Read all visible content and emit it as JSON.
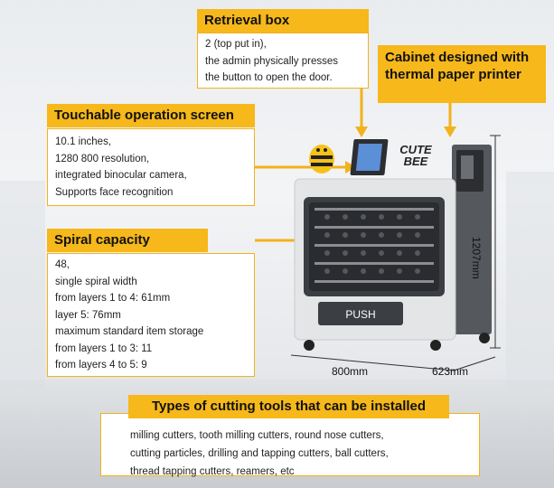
{
  "retrieval": {
    "title": "Retrieval box",
    "lines": [
      "2 (top put in),",
      "the admin physically presses",
      "the button to open the door."
    ]
  },
  "cabinet": {
    "title": "Cabinet designed with thermal paper printer"
  },
  "touch": {
    "title": "Touchable operation screen",
    "lines": [
      "10.1 inches,",
      "1280 800 resolution,",
      "integrated binocular camera,",
      "Supports face recognition"
    ]
  },
  "spiral": {
    "title": "Spiral capacity",
    "lines": [
      "48,",
      "single spiral width",
      "from layers 1 to 4: 61mm",
      "layer 5: 76mm",
      "maximum standard item storage",
      "from layers 1 to 3: 11",
      "from layers 4 to 5: 9"
    ]
  },
  "tools": {
    "title": "Types of cutting tools that can be installed",
    "lines": [
      "milling cutters, tooth milling cutters, round nose cutters,",
      "cutting particles, drilling and tapping cutters, ball cutters,",
      "thread tapping cutters, reamers, etc"
    ]
  },
  "machine": {
    "brand_line1": "CUTE",
    "brand_line2": "BEE",
    "push_label": "PUSH"
  },
  "dimensions": {
    "width": "800mm",
    "depth": "623mm",
    "height": "1207mm"
  },
  "colors": {
    "accent": "#f6b81a",
    "cabinet_body": "#e8e9ea",
    "cabinet_side": "#5a5d61"
  }
}
